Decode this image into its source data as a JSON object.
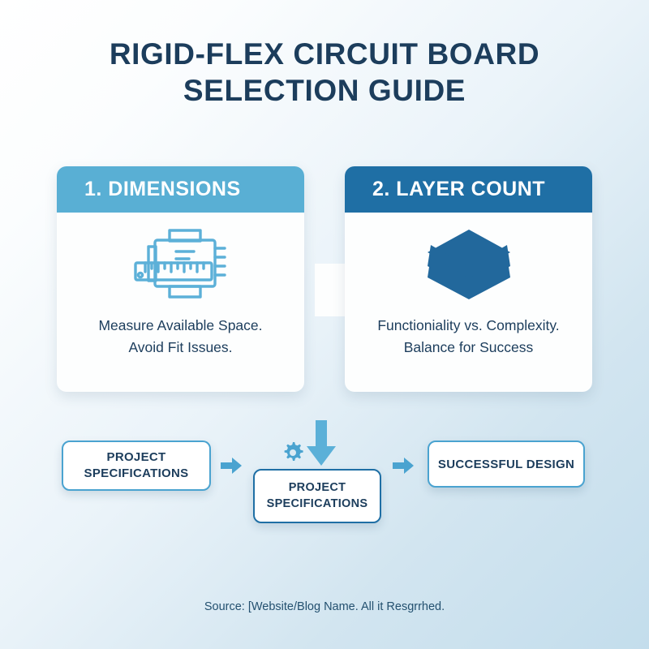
{
  "title": {
    "line1": "RIGID-FLEX CIRCUIT BOARD",
    "line2": "SELECTION GUIDE",
    "color": "#1C3D5C"
  },
  "cards": [
    {
      "header": "1. DIMENSIONS",
      "header_color": "#59AFD4",
      "icon": "circuit-board-ruler-icon",
      "body_line1": "Measure Available Space.",
      "body_line2": "Avoid Fit Issues."
    },
    {
      "header": "2. LAYER COUNT",
      "header_color": "#1F6FA5",
      "icon": "stacked-layers-icon",
      "body_line1": "Functioniality vs. Complexity.",
      "body_line2": "Balance for Success"
    }
  ],
  "flow": {
    "box1_line1": "PROJECT",
    "box1_line2": "SPECIFICATIONS",
    "box2_line1": "PROJECT",
    "box2_line2": "SPECIFICATIONS",
    "box3_label": "SUCCESSFUL DESIGN",
    "arrow_color": "#4AA3D0",
    "down_arrow_color": "#5BB0D8",
    "gear_icon": "gear-icon",
    "arrow_icon": "arrow-right-icon",
    "down_icon": "arrow-down-icon"
  },
  "footer": {
    "text": "Source: [Website/Blog Name. All it Resgrrhed."
  }
}
